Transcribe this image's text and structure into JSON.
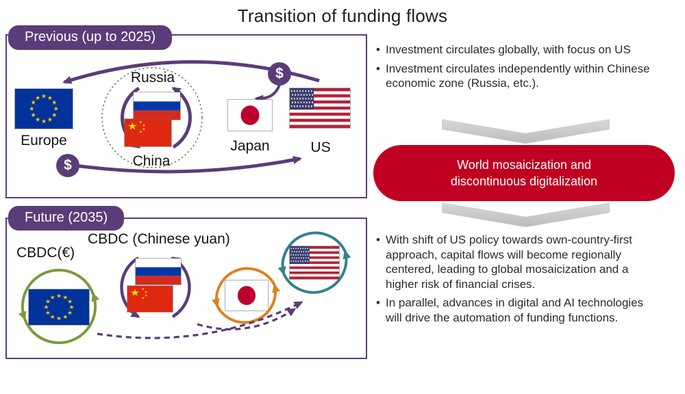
{
  "title": "Transition of funding flows",
  "previous": {
    "tab_label": "Previous (up to 2025)",
    "europe_label": "Europe",
    "russia_label": "Russia",
    "china_label": "China",
    "japan_label": "Japan",
    "us_label": "US",
    "dollar_symbol": "$"
  },
  "future": {
    "tab_label": "Future (2035)",
    "cbdc_euro_label": "CBDC(€)",
    "cbdc_yuan_label": "CBDC (Chinese yuan)"
  },
  "right_column": {
    "top_bullets": [
      "Investment circulates globally, with focus on US",
      "Investment circulates independently within Chinese economic zone (Russia, etc.)."
    ],
    "center_box_line1": "World mosaicization and",
    "center_box_line2": "discontinuous digitalization",
    "bottom_bullets": [
      "With shift of US policy towards own-country-first approach, capital flows will become regionally centered, leading to global mosaicization and a higher risk of financial crises.",
      "In parallel, advances in digital and AI technologies will drive the automation of funding functions."
    ]
  },
  "icons": {
    "dollar_badge": "dollar-icon",
    "down_chevron": "down-chevron-icon"
  },
  "colors": {
    "accent_purple": "#5a3d78",
    "box_red": "#c00022",
    "chevron_gray": "#c8c8c8",
    "euro_cycle_green": "#7a9b3e",
    "japan_cycle_orange": "#e0801f",
    "us_cycle_teal": "#34808e"
  }
}
